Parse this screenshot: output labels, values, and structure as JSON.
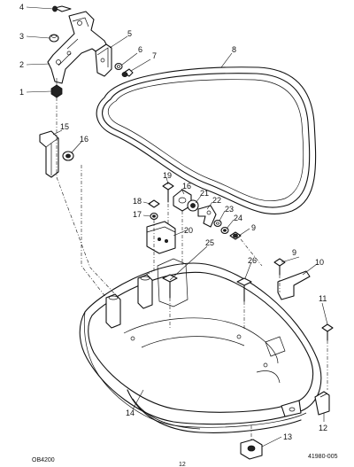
{
  "callouts": [
    {
      "id": "c1",
      "label": "1"
    },
    {
      "id": "c2",
      "label": "2"
    },
    {
      "id": "c3",
      "label": "3"
    },
    {
      "id": "c4",
      "label": "4"
    },
    {
      "id": "c5",
      "label": "5"
    },
    {
      "id": "c6",
      "label": "6"
    },
    {
      "id": "c7",
      "label": "7"
    },
    {
      "id": "c8",
      "label": "8"
    },
    {
      "id": "c9a",
      "label": "9"
    },
    {
      "id": "c9b",
      "label": "9"
    },
    {
      "id": "c10",
      "label": "10"
    },
    {
      "id": "c11",
      "label": "11"
    },
    {
      "id": "c12",
      "label": "12"
    },
    {
      "id": "c13",
      "label": "13"
    },
    {
      "id": "c14",
      "label": "14"
    },
    {
      "id": "c15",
      "label": "15"
    },
    {
      "id": "c16a",
      "label": "16"
    },
    {
      "id": "c16b",
      "label": "16"
    },
    {
      "id": "c17",
      "label": "17"
    },
    {
      "id": "c18",
      "label": "18"
    },
    {
      "id": "c19",
      "label": "19"
    },
    {
      "id": "c20",
      "label": "20"
    },
    {
      "id": "c21",
      "label": "21"
    },
    {
      "id": "c22",
      "label": "22"
    },
    {
      "id": "c23",
      "label": "23"
    },
    {
      "id": "c24",
      "label": "24"
    },
    {
      "id": "c25",
      "label": "25"
    },
    {
      "id": "c26",
      "label": "26"
    }
  ],
  "codes": {
    "left": "OB4200",
    "center": "12",
    "right": "41980-005"
  }
}
